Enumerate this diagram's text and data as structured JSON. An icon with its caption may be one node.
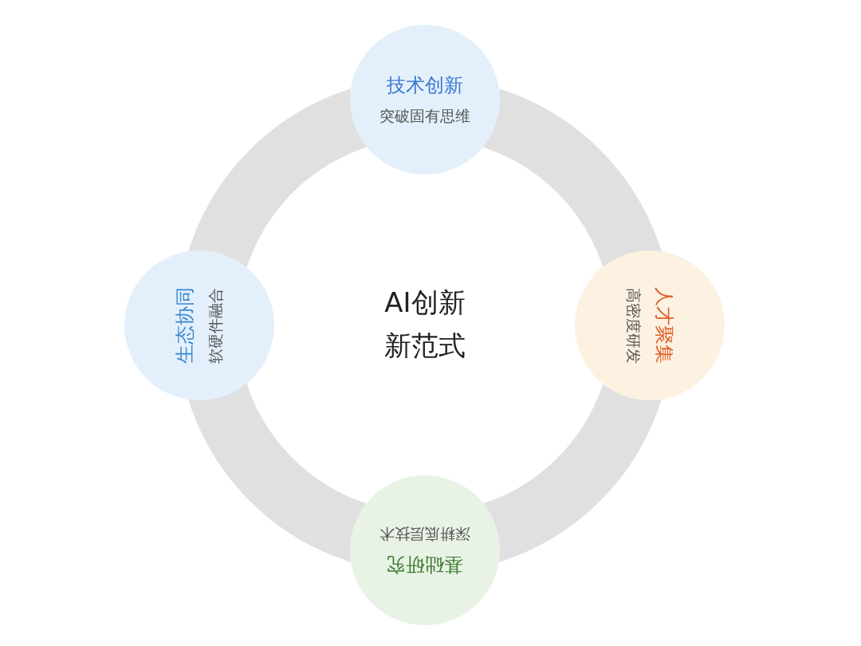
{
  "diagram": {
    "nodes": [
      {
        "text": [
          "技术创新",
          "突破固有思维"
        ]
      },
      {
        "text": [
          "人才聚集",
          "高密度研发"
        ]
      },
      {
        "text": [
          "基础研究",
          "深耕底层技术"
        ]
      },
      {
        "text": [
          "生态协同",
          "软硬件融合"
        ]
      }
    ],
    "labels": [
      "AI创新新范式"
    ]
  }
}
